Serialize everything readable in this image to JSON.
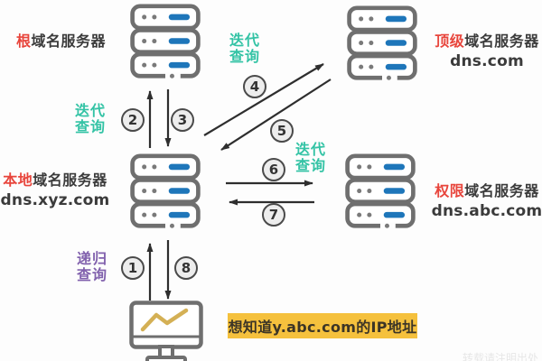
{
  "nodes": [
    {
      "id": "root",
      "highlight": "根",
      "rest": "域名服务器",
      "domain": ""
    },
    {
      "id": "tld",
      "highlight": "顶级",
      "rest": "域名服务器",
      "domain": "dns.com"
    },
    {
      "id": "local",
      "highlight": "本地",
      "rest": "域名服务器",
      "domain": "dns.xyz.com"
    },
    {
      "id": "auth",
      "highlight": "权限",
      "rest": "域名服务器",
      "domain": "dns.abc.com"
    }
  ],
  "query_types": {
    "iterative": {
      "line1": "迭代",
      "line2": "查询"
    },
    "recursive": {
      "line1": "递归",
      "line2": "查询"
    }
  },
  "steps": [
    "1",
    "2",
    "3",
    "4",
    "5",
    "6",
    "7",
    "8"
  ],
  "client": {
    "badge_text": "想知道y.abc.com的IP地址"
  },
  "icons": {
    "server": "server-rack-icon",
    "client": "monitor-icon"
  },
  "colors": {
    "highlight_red": "#e8453c",
    "iterative_teal": "#33c3a5",
    "recursive_purple": "#8161ad",
    "badge_yellow": "#f5c13d",
    "server_outline_gray": "#6f6f6f",
    "server_bar_blue": "#1e76ba",
    "arrow_dark": "#2e2e2e",
    "monitor_line_gold": "#d4b055"
  },
  "watermark": "转载请注明出处"
}
